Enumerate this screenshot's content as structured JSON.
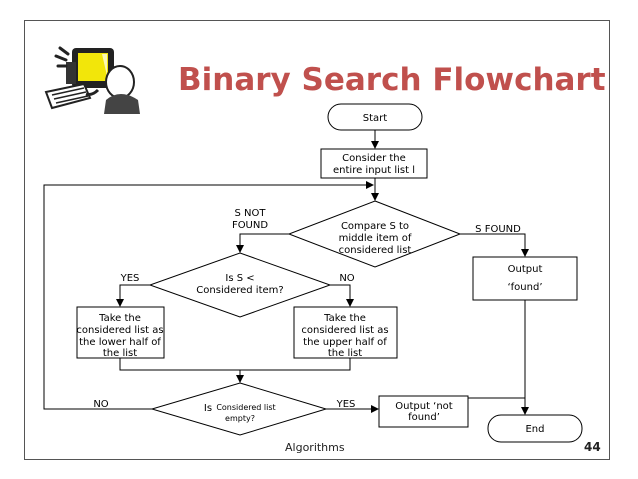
{
  "title": "Binary Search Flowchart",
  "footer": "Algorithms",
  "page_number": "44",
  "nodes": {
    "start": "Start",
    "consider": [
      "Consider the",
      "entire input list l"
    ],
    "compare": [
      "Compare S to",
      "middle item of",
      "considered list"
    ],
    "is_less": [
      "Is S <",
      "Considered item?"
    ],
    "take_lower": [
      "Take the",
      "considered list as",
      "the lower half of",
      "the list"
    ],
    "take_upper": [
      "Take the",
      "considered list as",
      "the upper half of",
      "the list"
    ],
    "is_empty_prefix": "Is",
    "is_empty": [
      "Considered list",
      "empty?"
    ],
    "output_found": [
      "Output",
      "‘found’"
    ],
    "output_not_found": [
      "Output ‘not",
      "found’"
    ],
    "end": "End"
  },
  "edge_labels": {
    "s_not_found": [
      "S NOT",
      "FOUND"
    ],
    "s_found": "S FOUND",
    "yes_left": "YES",
    "no_right": "NO",
    "no_loop": "NO",
    "yes_empty": "YES"
  },
  "icons": {
    "clipart": "computer-user-clipart-icon"
  }
}
